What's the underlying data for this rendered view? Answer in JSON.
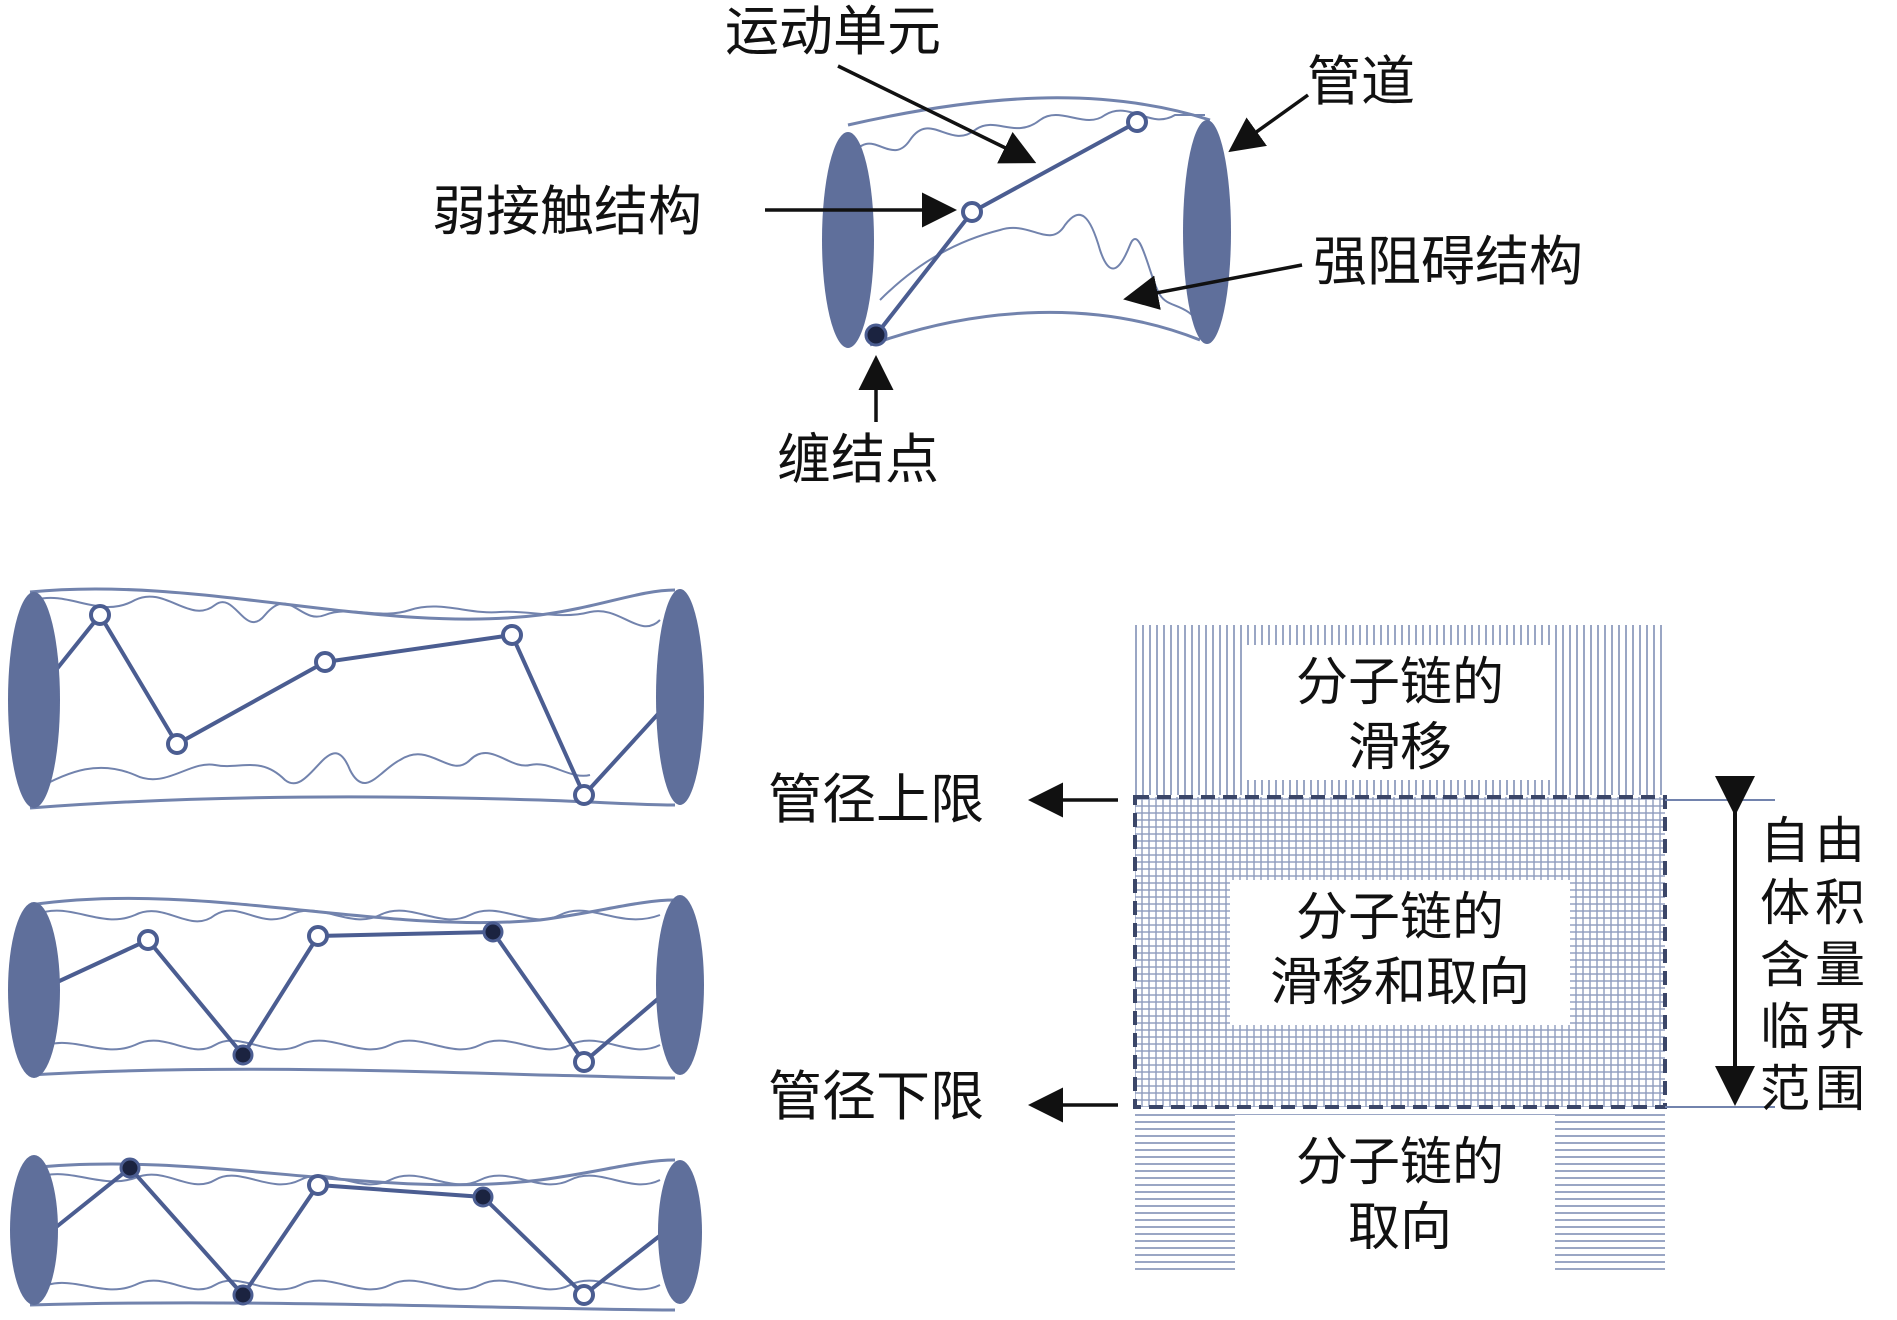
{
  "colors": {
    "tube_end": "#5f6f9b",
    "tube_line": "#7283ad",
    "chain_line": "#4b5d91",
    "arrow": "#111111",
    "text": "#111111",
    "hatch": "#9aa6c4",
    "grid": "#8e9bbd"
  },
  "top_diagram": {
    "labels": {
      "motion_unit": "运动单元",
      "tube": "管道",
      "weak_contact": "弱接触结构",
      "strong_hindrance": "强阻碍结构",
      "entanglement_point": "缠结点"
    }
  },
  "left_tubes": {
    "count": 3,
    "node_types": [
      [
        "open",
        "open",
        "open",
        "open",
        "open"
      ],
      [
        "open",
        "filled",
        "open",
        "filled",
        "open"
      ],
      [
        "filled",
        "filled",
        "open",
        "filled",
        "open"
      ]
    ]
  },
  "right_diagram": {
    "box_top": {
      "line1": "分子链的",
      "line2": "滑移"
    },
    "box_middle": {
      "line1": "分子链的",
      "line2": "滑移和取向"
    },
    "box_bottom": {
      "line1": "分子链的",
      "line2": "取向"
    },
    "upper_limit": "管径上限",
    "lower_limit": "管径下限",
    "range_label": {
      "col1": [
        "自",
        "体",
        "含",
        "临",
        "范"
      ],
      "col2": [
        "由",
        "积",
        "量",
        "界",
        "围"
      ]
    }
  }
}
